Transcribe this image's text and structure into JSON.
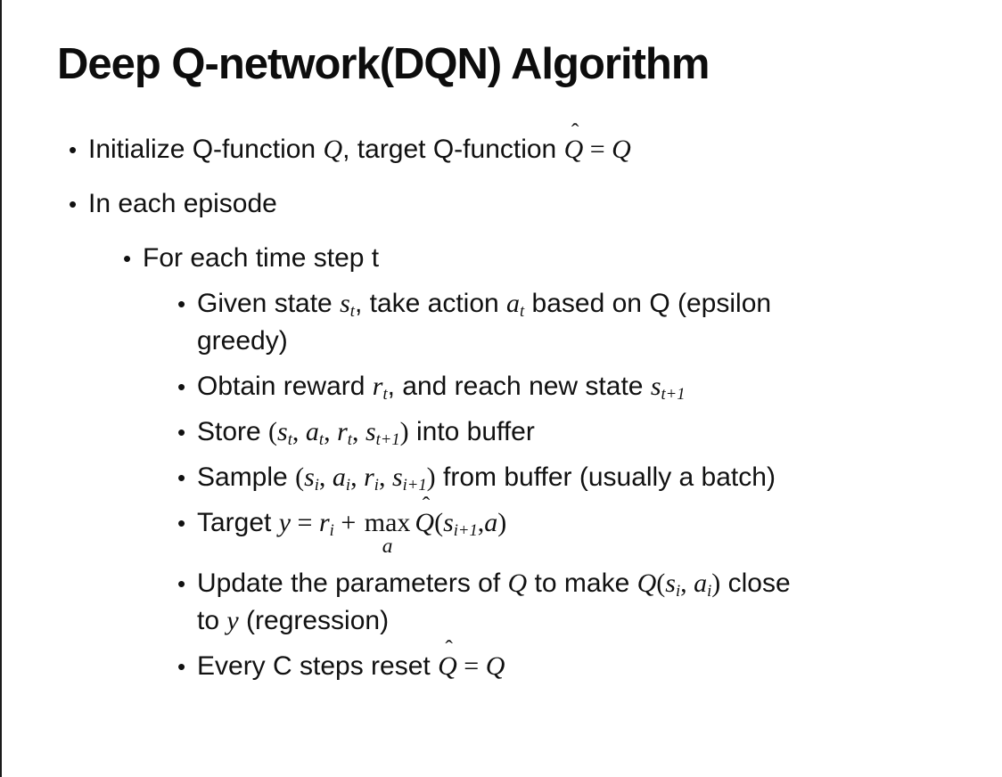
{
  "slide": {
    "title": "Deep Q-network(DQN) Algorithm",
    "bullet_glyph": "•",
    "text_color": "#111111",
    "background_color": "#ffffff",
    "bullets": [
      {
        "level": 1,
        "segments": [
          {
            "t": "t",
            "v": "Initialize Q-function "
          },
          {
            "t": "m",
            "v": "Q"
          },
          {
            "t": "t",
            "v": ", target Q-function "
          },
          {
            "t": "hat",
            "v": "Q"
          },
          {
            "t": "o",
            "v": " = "
          },
          {
            "t": "m",
            "v": "Q"
          }
        ]
      },
      {
        "level": 1,
        "segments": [
          {
            "t": "t",
            "v": "In each episode"
          }
        ]
      },
      {
        "level": 2,
        "segments": [
          {
            "t": "t",
            "v": "For each time step t"
          }
        ]
      },
      {
        "level": 3,
        "segments": [
          {
            "t": "t",
            "v": "Given state "
          },
          {
            "t": "sub",
            "b": "s",
            "s": "t"
          },
          {
            "t": "t",
            "v": ", take action "
          },
          {
            "t": "sub",
            "b": "a",
            "s": "t"
          },
          {
            "t": "t",
            "v": " based on Q (epsilon"
          },
          {
            "t": "br"
          },
          {
            "t": "t",
            "v": "greedy)"
          }
        ]
      },
      {
        "level": 3,
        "segments": [
          {
            "t": "t",
            "v": "Obtain reward "
          },
          {
            "t": "sub",
            "b": "r",
            "s": "t"
          },
          {
            "t": "t",
            "v": ", and reach new state "
          },
          {
            "t": "sub",
            "b": "s",
            "s": "t+1"
          }
        ]
      },
      {
        "level": 3,
        "segments": [
          {
            "t": "t",
            "v": "Store "
          },
          {
            "t": "o",
            "v": "("
          },
          {
            "t": "sub",
            "b": "s",
            "s": "t"
          },
          {
            "t": "o",
            "v": ", "
          },
          {
            "t": "sub",
            "b": "a",
            "s": "t"
          },
          {
            "t": "o",
            "v": ", "
          },
          {
            "t": "sub",
            "b": "r",
            "s": "t"
          },
          {
            "t": "o",
            "v": ", "
          },
          {
            "t": "sub",
            "b": "s",
            "s": "t+1"
          },
          {
            "t": "o",
            "v": ")"
          },
          {
            "t": "t",
            "v": " into buffer"
          }
        ]
      },
      {
        "level": 3,
        "segments": [
          {
            "t": "t",
            "v": "Sample "
          },
          {
            "t": "o",
            "v": "("
          },
          {
            "t": "sub",
            "b": "s",
            "s": "i"
          },
          {
            "t": "o",
            "v": ", "
          },
          {
            "t": "sub",
            "b": "a",
            "s": "i"
          },
          {
            "t": "o",
            "v": ", "
          },
          {
            "t": "sub",
            "b": "r",
            "s": "i"
          },
          {
            "t": "o",
            "v": ", "
          },
          {
            "t": "sub",
            "b": "s",
            "s": "i+1"
          },
          {
            "t": "o",
            "v": ")"
          },
          {
            "t": "t",
            "v": " from buffer (usually a batch)"
          }
        ]
      },
      {
        "level": 3,
        "segments": [
          {
            "t": "t",
            "v": "Target "
          },
          {
            "t": "m",
            "v": "y"
          },
          {
            "t": "o",
            "v": " = "
          },
          {
            "t": "sub",
            "b": "r",
            "s": "i"
          },
          {
            "t": "o",
            "v": " + "
          },
          {
            "t": "max",
            "v": "max",
            "u": "a"
          },
          {
            "t": "hat",
            "v": "Q"
          },
          {
            "t": "o",
            "v": "("
          },
          {
            "t": "sub",
            "b": "s",
            "s": "i+1"
          },
          {
            "t": "o",
            "v": ","
          },
          {
            "t": "m",
            "v": "a"
          },
          {
            "t": "o",
            "v": ")"
          }
        ]
      },
      {
        "level": 3,
        "segments": [
          {
            "t": "t",
            "v": "Update the parameters of "
          },
          {
            "t": "m",
            "v": "Q"
          },
          {
            "t": "t",
            "v": " to make "
          },
          {
            "t": "m",
            "v": "Q"
          },
          {
            "t": "o",
            "v": "("
          },
          {
            "t": "sub",
            "b": "s",
            "s": "i"
          },
          {
            "t": "o",
            "v": ", "
          },
          {
            "t": "sub",
            "b": "a",
            "s": "i"
          },
          {
            "t": "o",
            "v": ")"
          },
          {
            "t": "t",
            "v": " close"
          },
          {
            "t": "br"
          },
          {
            "t": "t",
            "v": "to "
          },
          {
            "t": "m",
            "v": "y"
          },
          {
            "t": "t",
            "v": " (regression)"
          }
        ]
      },
      {
        "level": 3,
        "segments": [
          {
            "t": "t",
            "v": "Every C steps reset "
          },
          {
            "t": "hat",
            "v": "Q"
          },
          {
            "t": "o",
            "v": " = "
          },
          {
            "t": "m",
            "v": "Q"
          }
        ]
      }
    ]
  }
}
